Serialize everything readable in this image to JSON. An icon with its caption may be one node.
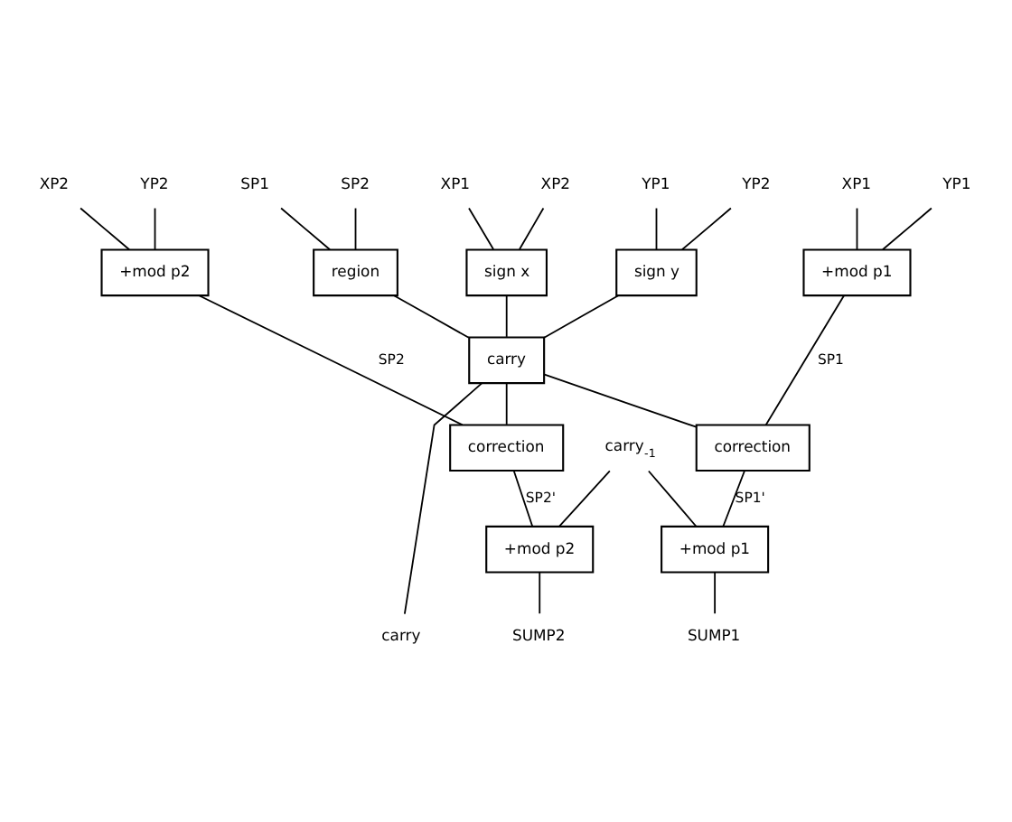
{
  "diagram": {
    "nodes": [
      {
        "text": [
          "XP1"
        ]
      },
      {
        "text": [
          "XP2"
        ]
      },
      {
        "text": [
          "YP1"
        ]
      },
      {
        "text": [
          "YP2"
        ]
      },
      {
        "text": [
          "SP1"
        ]
      },
      {
        "text": [
          "SP2"
        ]
      },
      {
        "text": [
          "XP1"
        ]
      },
      {
        "text": [
          "YP1"
        ]
      },
      {
        "text": [
          "XP2"
        ]
      },
      {
        "text": [
          "YP2"
        ]
      },
      {
        "text": [
          "sign x"
        ]
      },
      {
        "text": [
          "sign y"
        ]
      },
      {
        "text": [
          "region"
        ]
      },
      {
        "text": [
          "+mod p1"
        ]
      },
      {
        "text": [
          "+mod p2"
        ]
      },
      {
        "text": [
          "carry"
        ]
      },
      {
        "text": [
          "correction"
        ]
      },
      {
        "text": [
          "correction"
        ]
      },
      {
        "text": [
          "carry"
        ]
      },
      {
        "text": [
          "carry$_{-1}$"
        ]
      },
      {
        "text": [
          "+mod p1"
        ]
      },
      {
        "text": [
          "+mod p2"
        ]
      },
      {
        "text": [
          "SUMP1"
        ]
      },
      {
        "text": [
          "SUMP2"
        ]
      }
    ],
    "edges": [
      {
        "from": 0,
        "to": 10,
        "arrow": "none"
      },
      {
        "from": 1,
        "to": 10,
        "arrow": "none"
      },
      {
        "from": 2,
        "to": 11,
        "arrow": "none"
      },
      {
        "from": 3,
        "to": 11,
        "arrow": "none"
      },
      {
        "from": 4,
        "to": 12,
        "arrow": "none"
      },
      {
        "from": 5,
        "to": 12,
        "arrow": "none"
      },
      {
        "from": 6,
        "to": 13,
        "arrow": "none"
      },
      {
        "from": 7,
        "to": 13,
        "arrow": "none"
      },
      {
        "from": 8,
        "to": 14,
        "arrow": "none"
      },
      {
        "from": 9,
        "to": 14,
        "arrow": "none"
      },
      {
        "from": 10,
        "to": 15,
        "arrow": "none"
      },
      {
        "from": 11,
        "to": 15,
        "arrow": "none"
      },
      {
        "from": 12,
        "to": 15,
        "arrow": "none"
      },
      {
        "from": 13,
        "to": 16,
        "arrow": "none",
        "label": "SP1"
      },
      {
        "from": 14,
        "to": 17,
        "arrow": "none",
        "label": "SP2"
      },
      {
        "from": 15,
        "to": 18,
        "arrow": "none"
      },
      {
        "from": 15,
        "to": 16,
        "arrow": "none"
      },
      {
        "from": 15,
        "to": 17,
        "arrow": "none"
      },
      {
        "from": 16,
        "to": 20,
        "arrow": "none",
        "label": "SP1'"
      },
      {
        "from": 17,
        "to": 21,
        "arrow": "none",
        "label": "SP2'"
      },
      {
        "from": 19,
        "to": 20,
        "arrow": "none"
      },
      {
        "from": 19,
        "to": 21,
        "arrow": "none"
      },
      {
        "from": 20,
        "to": 22,
        "arrow": "none"
      },
      {
        "from": 21,
        "to": 23,
        "arrow": "none"
      }
    ]
  }
}
